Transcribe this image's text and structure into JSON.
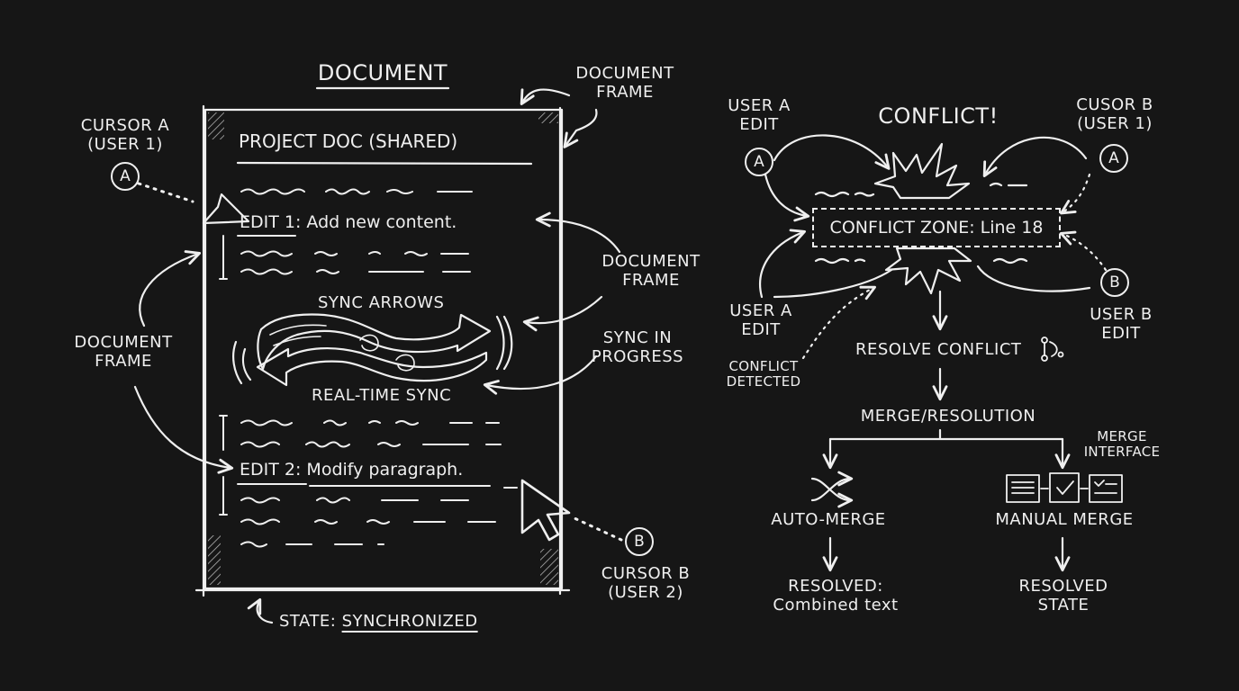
{
  "doc": {
    "heading": "DOCUMENT",
    "title": "PROJECT DOC (SHARED)",
    "edit1_tag": "EDIT 1",
    "edit1_text": ": Add new content.",
    "edit2_tag": "EDIT 2",
    "edit2_text": ": Modify paragraph.",
    "sync_arrows": "SYNC ARROWS",
    "realtime_sync": "REAL-TIME SYNC",
    "state_label": "STATE: ",
    "state_value": "SYNCHRONIZED"
  },
  "left_annotations": {
    "frame_top_right": "DOCUMENT\nFRAME",
    "frame_mid_right": "DOCUMENT\nFRAME",
    "frame_left": "DOCUMENT\nFRAME",
    "sync_in_progress": "SYNC IN\nPROGRESS",
    "cursor_a": "CURSOR A\n(USER 1)",
    "cursor_a_badge": "A",
    "cursor_b": "CURSOR B\n(USER 2)",
    "cursor_b_badge": "B"
  },
  "conflict": {
    "title": "CONFLICT!",
    "zone": "CONFLICT ZONE: Line 18",
    "user_a_edit_top": "USER A\nEDIT",
    "user_a_badge_top": "A",
    "cusor_b": "CUSOR B\n(USER 1)",
    "badge_right_top": "A",
    "user_a_edit_bottom": "USER A\nEDIT",
    "conflict_detected": "CONFLICT\nDETECTED",
    "user_b_edit": "USER B\nEDIT",
    "badge_right_bottom": "B",
    "resolve": "RESOLVE CONFLICT",
    "merge_resolution": "MERGE/RESOLUTION",
    "merge_interface": "MERGE\nINTERFACE",
    "auto_merge": "AUTO-MERGE",
    "manual_merge": "MANUAL MERGE",
    "resolved_left": "RESOLVED:\nCombined text",
    "resolved_right": "RESOLVED\nSTATE"
  },
  "icons": [
    "shuffle-icon",
    "git-branch-icon",
    "merge-interface-icon",
    "sync-arrows-icon",
    "explosion-icon",
    "pointer-cursor-icon"
  ]
}
